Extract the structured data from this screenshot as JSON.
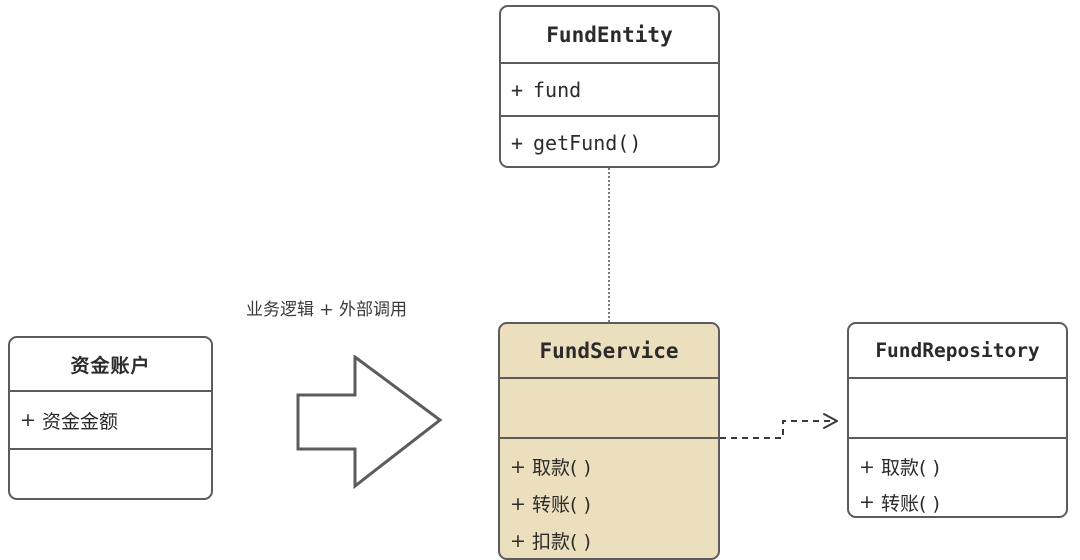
{
  "diagram": {
    "type": "uml-class-diagram",
    "background": "#ffffff",
    "accent_fill": "#ecdfbe",
    "stroke": "#5c5c5c",
    "annotation_label": "业务逻辑 + 外部调用"
  },
  "classes": {
    "fund_account": {
      "name": "资金账户",
      "attributes": [
        {
          "visibility": "+",
          "member": "资金金额"
        }
      ],
      "methods": []
    },
    "fund_entity": {
      "name": "FundEntity",
      "attributes": [
        {
          "visibility": "+",
          "member": "fund"
        }
      ],
      "methods": [
        {
          "visibility": "+",
          "member": "getFund()"
        }
      ]
    },
    "fund_service": {
      "name": "FundService",
      "attributes": [],
      "methods": [
        {
          "visibility": "+",
          "member": "取款( )"
        },
        {
          "visibility": "+",
          "member": "转账( )"
        },
        {
          "visibility": "+",
          "member": "扣款( )"
        }
      ]
    },
    "fund_repository": {
      "name": "FundRepository",
      "attributes": [],
      "methods": [
        {
          "visibility": "+",
          "member": "取款( )"
        },
        {
          "visibility": "+",
          "member": "转账( )"
        }
      ]
    }
  },
  "connectors": {
    "entity_to_service": {
      "style": "dotted",
      "arrow": "none"
    },
    "service_to_repository": {
      "style": "dashed",
      "arrow": "open"
    },
    "account_to_service": {
      "style": "block-arrow",
      "arrow": "filled-outline"
    }
  }
}
